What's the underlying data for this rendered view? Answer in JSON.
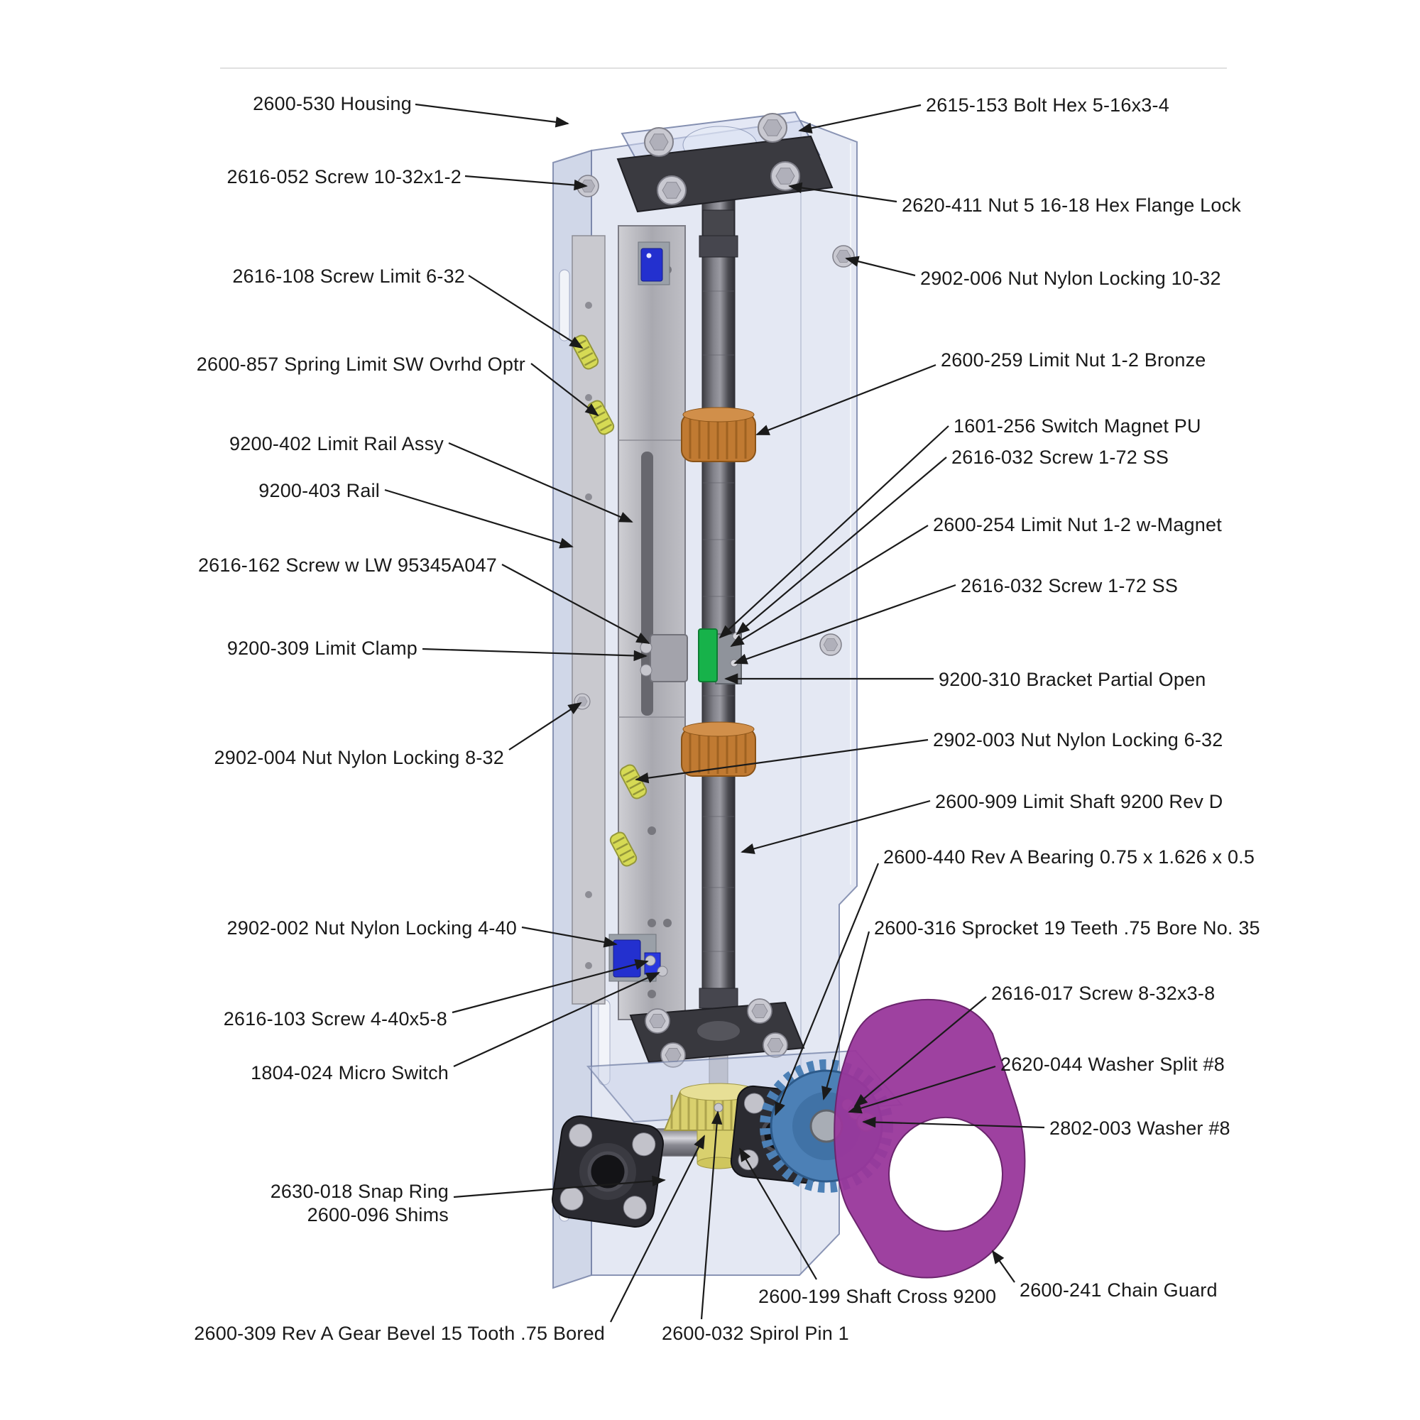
{
  "diagram": {
    "type": "exploded-parts-diagram",
    "subject": "Limit switch / drive shaft assembly"
  },
  "colors": {
    "housing": "#c4cde4",
    "limit_nut_bronze": "#c07a32",
    "switch_magnet_green": "#17b24a",
    "micro_switch_blue": "#2330cf",
    "spring_yellow": "#d6da54",
    "bevel_gear_yellow": "#d9d06e",
    "sprocket_blue": "#4c80b6",
    "chain_guard_purple": "#99379b",
    "leader_line": "#1a1a1a",
    "label_text": "#191919"
  },
  "labels": [
    {
      "id": "2600-530",
      "text": "2600-530 Housing"
    },
    {
      "id": "2616-052",
      "text": "2616-052 Screw 10-32x1-2"
    },
    {
      "id": "2616-108",
      "text": "2616-108 Screw Limit 6-32"
    },
    {
      "id": "2600-857",
      "text": "2600-857 Spring Limit SW Ovrhd Optr"
    },
    {
      "id": "9200-402",
      "text": "9200-402 Limit Rail Assy"
    },
    {
      "id": "9200-403",
      "text": "9200-403 Rail"
    },
    {
      "id": "2616-162",
      "text": "2616-162 Screw w LW 95345A047"
    },
    {
      "id": "9200-309",
      "text": "9200-309 Limit Clamp"
    },
    {
      "id": "2902-004",
      "text": "2902-004 Nut Nylon Locking 8-32"
    },
    {
      "id": "2902-002",
      "text": "2902-002 Nut Nylon Locking 4-40"
    },
    {
      "id": "2616-103",
      "text": "2616-103 Screw 4-40x5-8"
    },
    {
      "id": "1804-024",
      "text": "1804-024 Micro Switch"
    },
    {
      "id": "2630-018",
      "text": "2630-018 Snap Ring\n2600-096 Shims"
    },
    {
      "id": "2600-309",
      "text": "2600-309 Rev A Gear Bevel 15 Tooth .75 Bored"
    },
    {
      "id": "2600-032",
      "text": "2600-032 Spirol Pin 1"
    },
    {
      "id": "2600-199",
      "text": "2600-199 Shaft Cross 9200"
    },
    {
      "id": "2615-153",
      "text": "2615-153 Bolt Hex 5-16x3-4"
    },
    {
      "id": "2620-411",
      "text": "2620-411 Nut 5 16-18 Hex Flange Lock"
    },
    {
      "id": "2902-006",
      "text": "2902-006 Nut Nylon Locking 10-32"
    },
    {
      "id": "2600-259",
      "text": "2600-259 Limit Nut 1-2 Bronze"
    },
    {
      "id": "1601-256",
      "text": "1601-256 Switch Magnet PU"
    },
    {
      "id": "2616-032a",
      "text": "2616-032 Screw 1-72 SS"
    },
    {
      "id": "2600-254",
      "text": "2600-254 Limit Nut 1-2 w-Magnet"
    },
    {
      "id": "2616-032b",
      "text": "2616-032 Screw 1-72 SS"
    },
    {
      "id": "9200-310",
      "text": "9200-310 Bracket Partial Open"
    },
    {
      "id": "2902-003",
      "text": "2902-003 Nut Nylon Locking 6-32"
    },
    {
      "id": "2600-909",
      "text": "2600-909 Limit Shaft 9200 Rev D"
    },
    {
      "id": "2600-440",
      "text": "2600-440 Rev A Bearing 0.75 x 1.626 x 0.5"
    },
    {
      "id": "2600-316",
      "text": "2600-316 Sprocket 19 Teeth .75 Bore No. 35"
    },
    {
      "id": "2616-017",
      "text": "2616-017 Screw 8-32x3-8"
    },
    {
      "id": "2620-044",
      "text": "2620-044 Washer Split #8"
    },
    {
      "id": "2802-003",
      "text": "2802-003 Washer #8"
    },
    {
      "id": "2600-241",
      "text": "2600-241 Chain Guard"
    }
  ]
}
